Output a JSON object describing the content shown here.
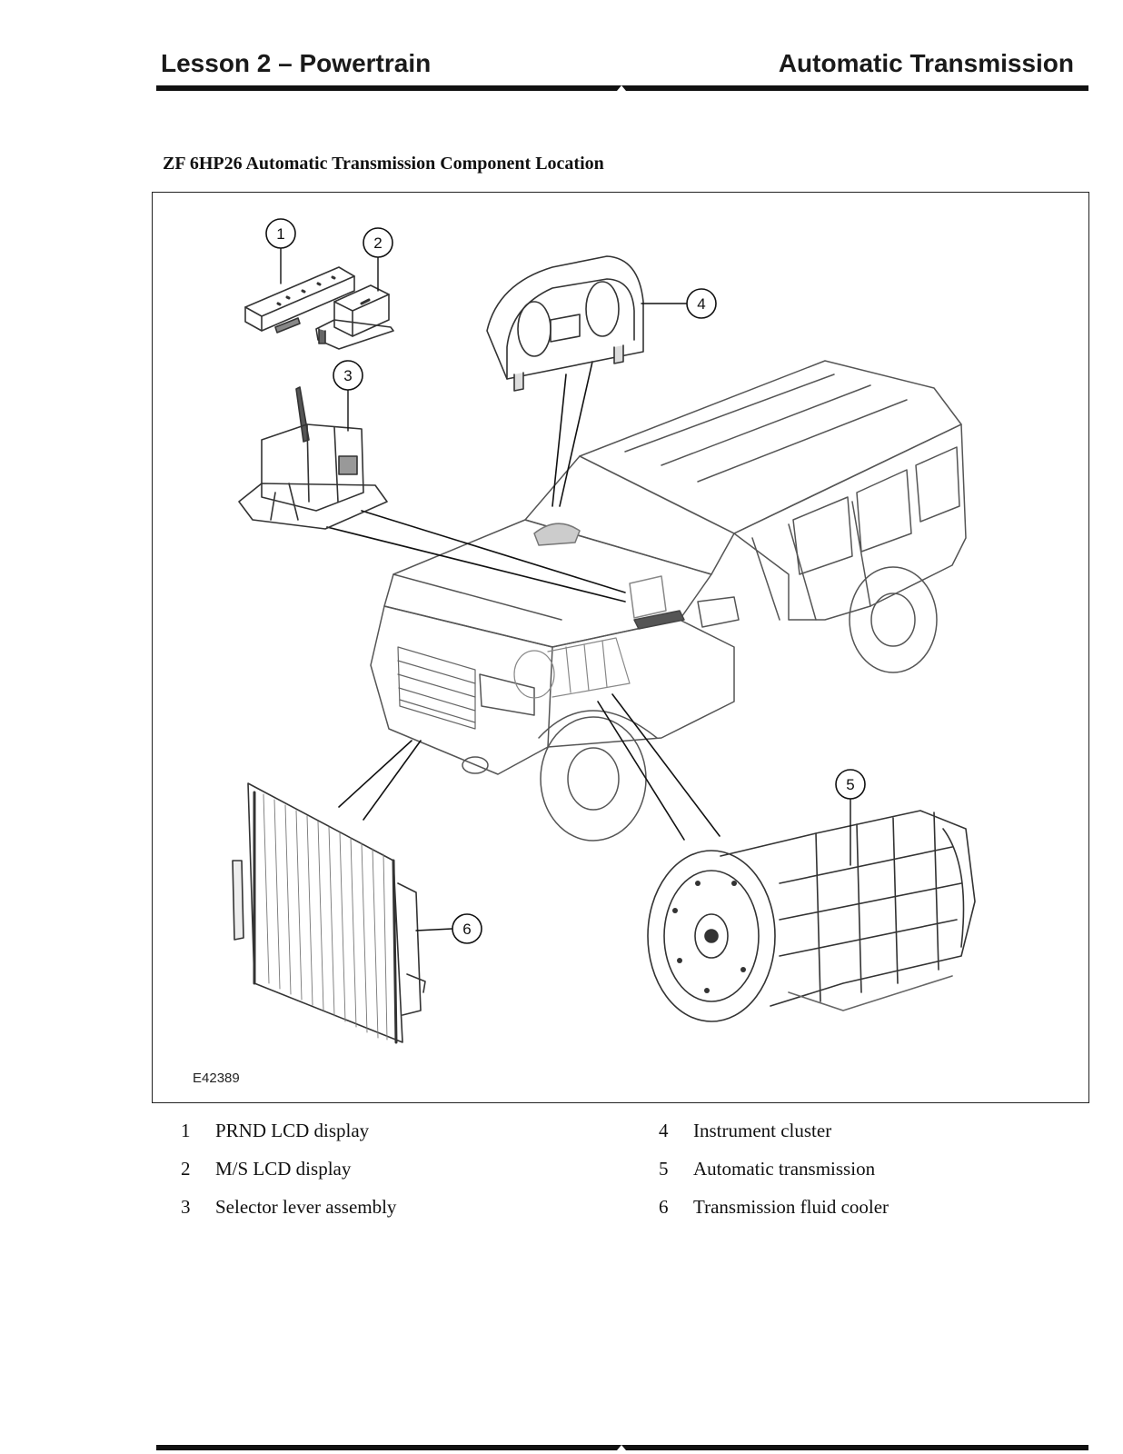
{
  "header": {
    "left": "Lesson 2 – Powertrain",
    "right": "Automatic Transmission"
  },
  "title": "ZF 6HP26 Automatic Transmission Component Location",
  "figure": {
    "code": "E42389",
    "callouts": [
      "1",
      "2",
      "3",
      "4",
      "5",
      "6"
    ]
  },
  "legend": {
    "left": [
      {
        "num": "1",
        "label": "PRND LCD display"
      },
      {
        "num": "2",
        "label": "M/S LCD display"
      },
      {
        "num": "3",
        "label": "Selector lever assembly"
      }
    ],
    "right": [
      {
        "num": "4",
        "label": "Instrument cluster"
      },
      {
        "num": "5",
        "label": "Automatic transmission"
      },
      {
        "num": "6",
        "label": "Transmission fluid cooler"
      }
    ]
  }
}
